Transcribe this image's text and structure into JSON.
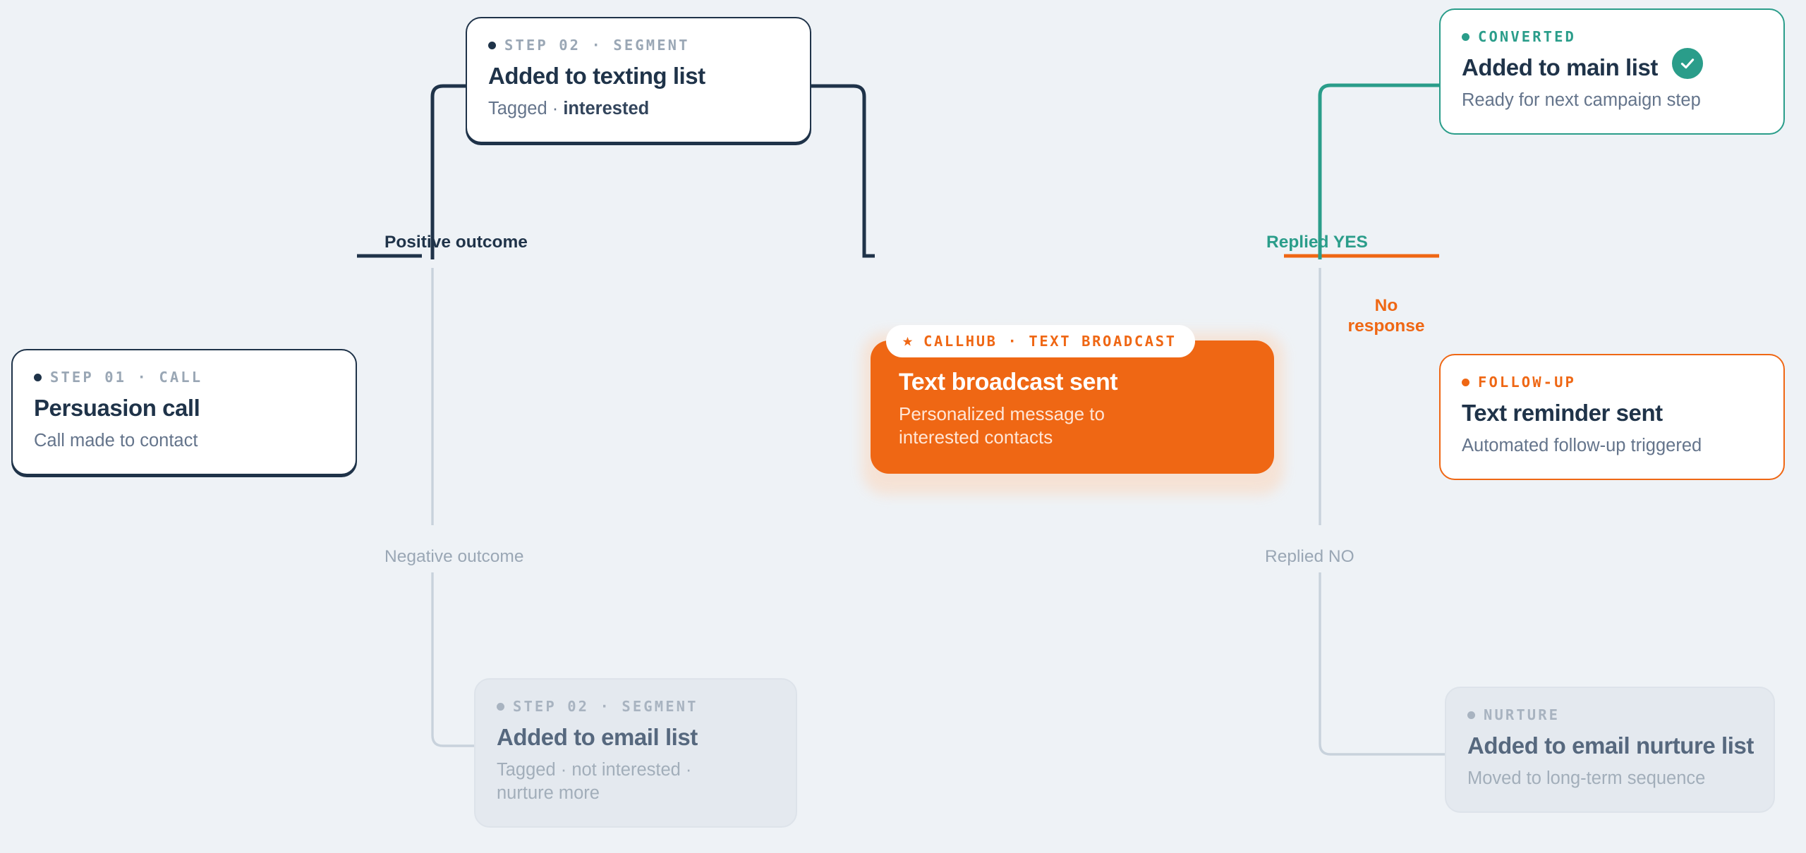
{
  "theme": {
    "background": "#eef2f6",
    "navy": "#1f3349",
    "teal": "#2a9d8a",
    "orange": "#ef6714",
    "muted": "#9aa7b5"
  },
  "nodes": {
    "persuasion_call": {
      "eyebrow": "STEP 01 · CALL",
      "title": "Persuasion call",
      "subtitle": "Call made to contact"
    },
    "texting_list": {
      "eyebrow": "STEP 02 · SEGMENT",
      "title": "Added to texting list",
      "subtitle_prefix": "Tagged · ",
      "subtitle_tag": "interested"
    },
    "email_list": {
      "eyebrow": "STEP 02 · SEGMENT",
      "title": "Added to email list",
      "subtitle": "Tagged · not interested · nurture more"
    },
    "text_broadcast": {
      "badge": "CALLHUB · TEXT BROADCAST",
      "badge_icon": "star-icon",
      "title": "Text broadcast sent",
      "subtitle": "Personalized message to interested contacts"
    },
    "converted": {
      "eyebrow": "CONVERTED",
      "title": "Added to main list",
      "subtitle": "Ready for next campaign step",
      "badge_icon": "check-circle-icon"
    },
    "follow_up": {
      "eyebrow": "FOLLOW-UP",
      "title": "Text reminder sent",
      "subtitle": "Automated follow-up triggered"
    },
    "nurture": {
      "eyebrow": "NURTURE",
      "title": "Added to email nurture list",
      "subtitle": "Moved to long-term sequence"
    }
  },
  "edge_labels": {
    "positive": "Positive outcome",
    "negative": "Negative outcome",
    "replied_yes": "Replied YES",
    "replied_no": "Replied NO",
    "no_response": "No\nresponse"
  }
}
